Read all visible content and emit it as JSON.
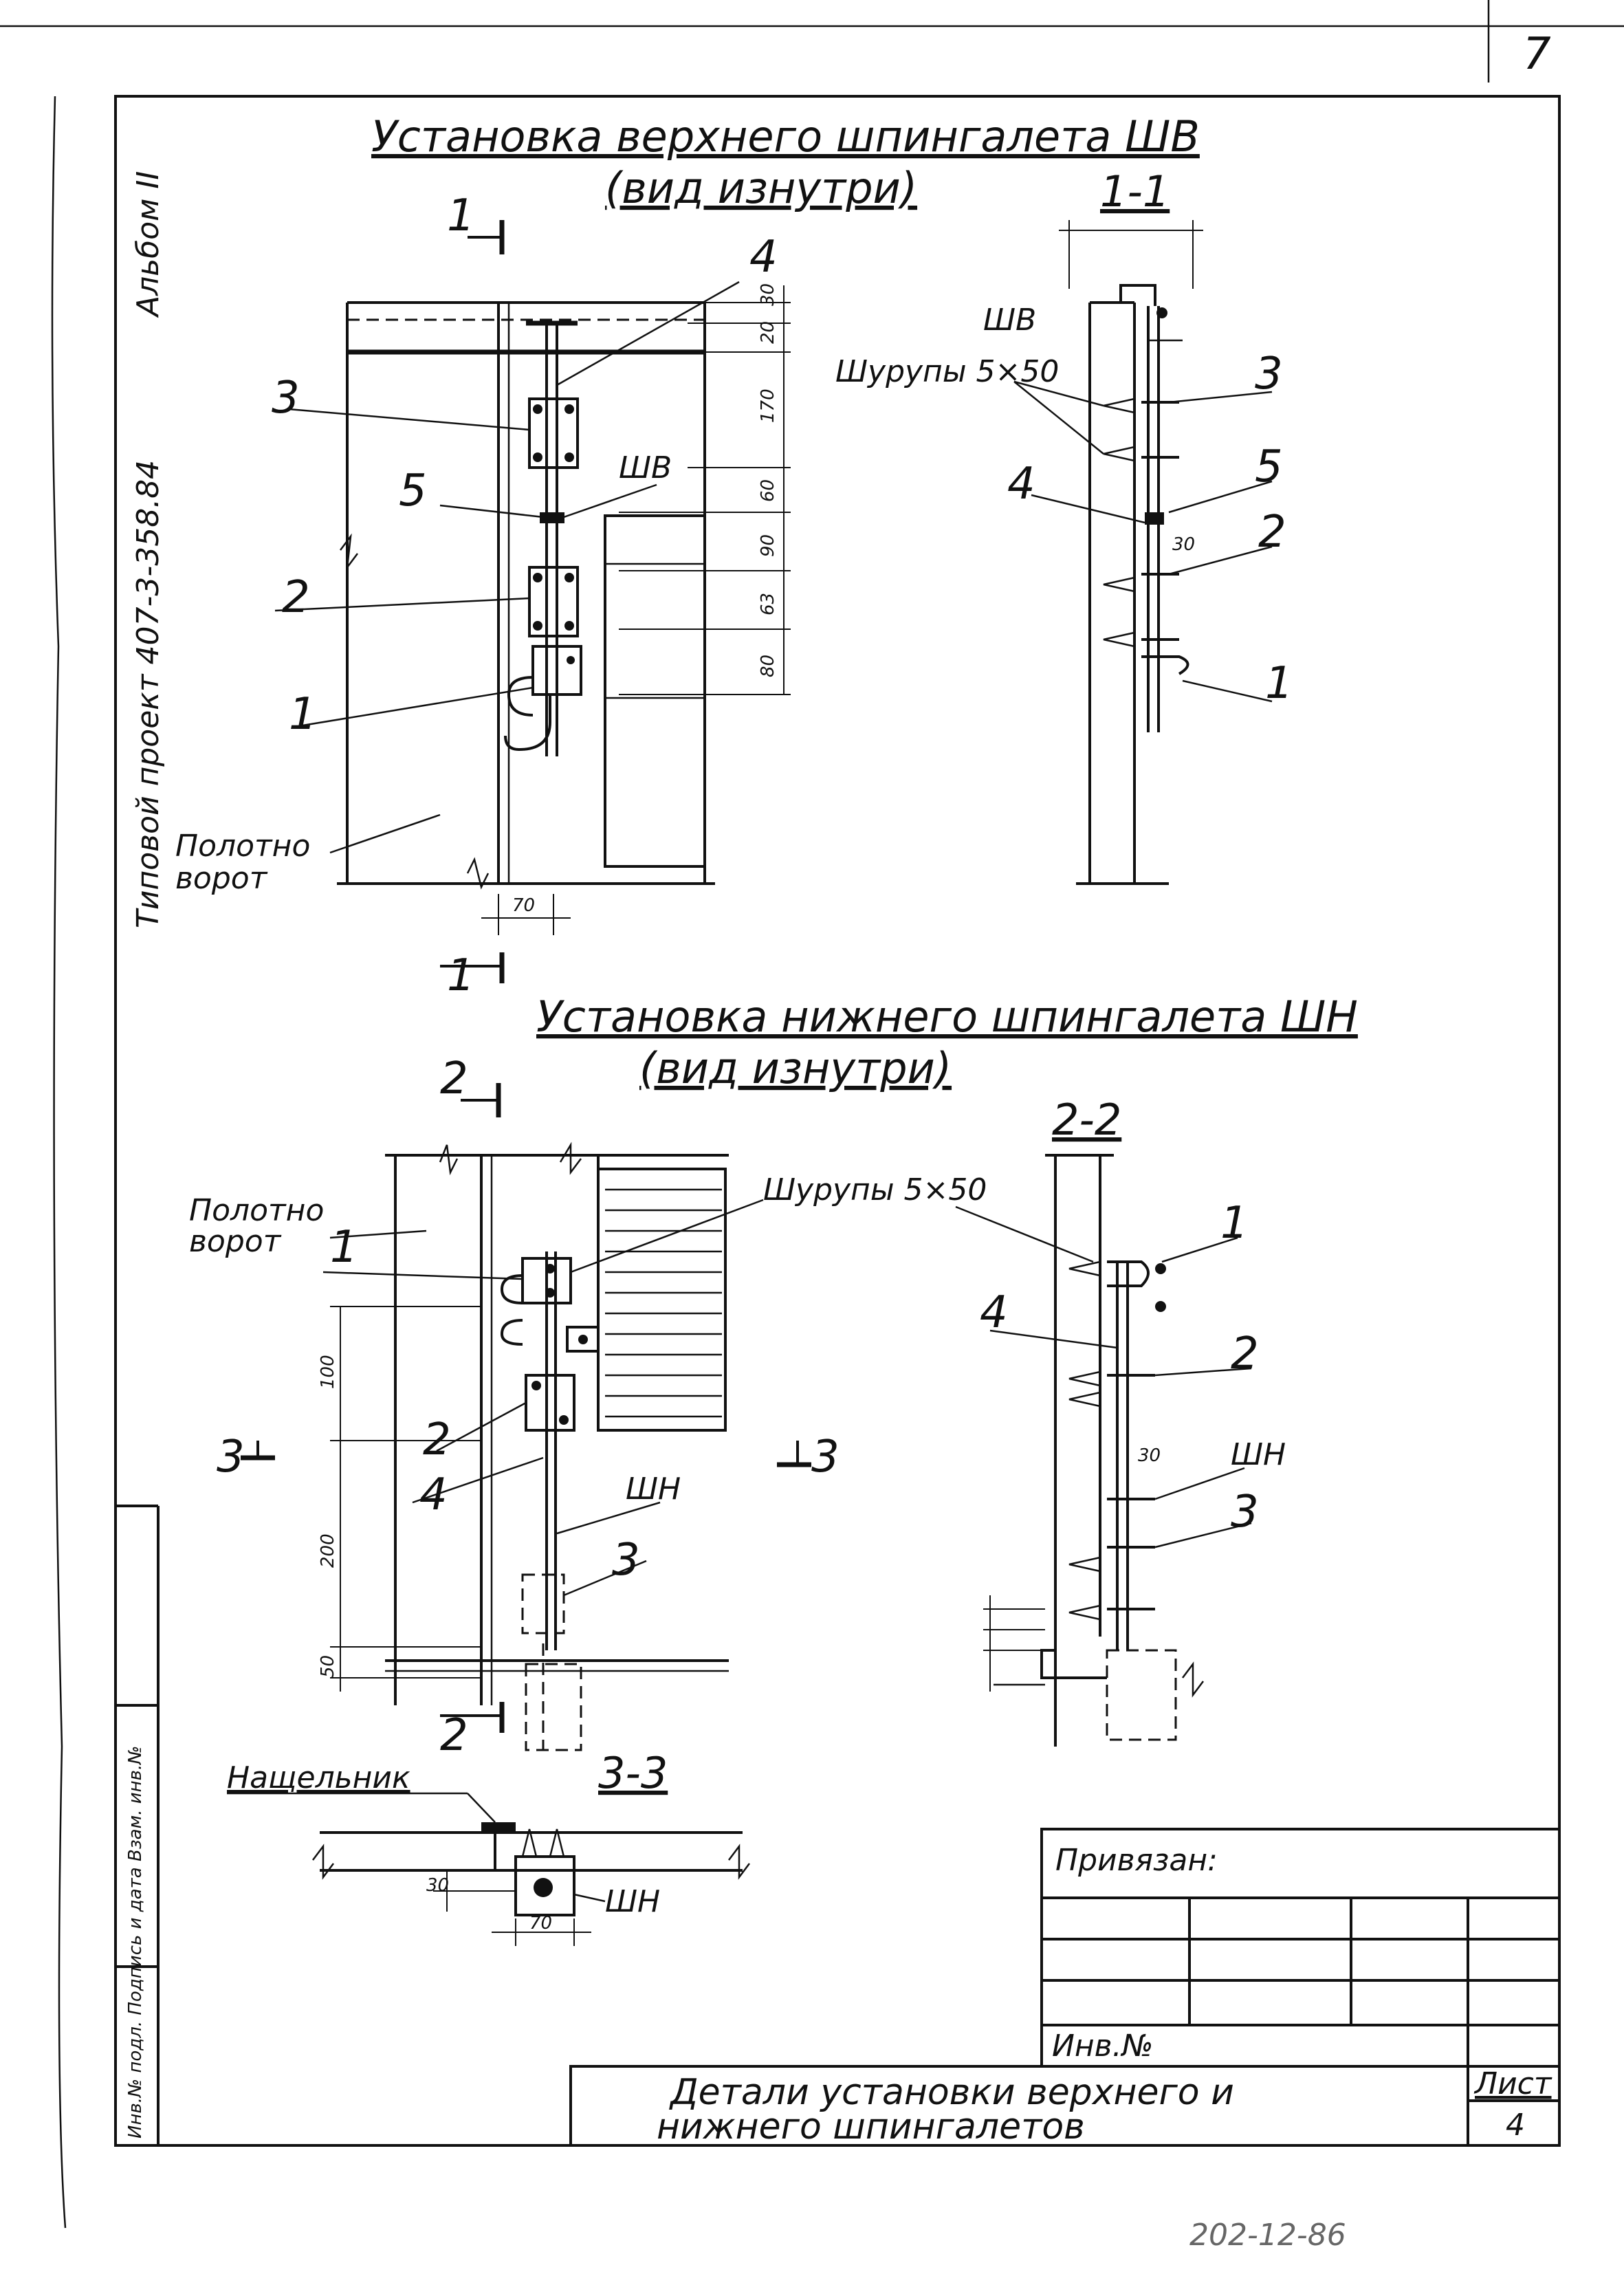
{
  "sheet": {
    "corner_number": "7",
    "side_album": "Альбом II",
    "side_project": "Типовой проект 407-3-358.84",
    "side_stamp_text": "Инв.№ подл.   Подпись и дата   Взам. инв.№"
  },
  "top_view": {
    "title_line1": "Установка верхнего шпингалета ШВ",
    "title_line2": "(вид изнутри)",
    "section_mark_top": "1",
    "section_mark_bottom": "1",
    "callout_1": "1",
    "callout_2": "2",
    "callout_3": "3",
    "callout_4": "4",
    "callout_5": "5",
    "label_shv": "ШВ",
    "label_gate": "Полотно\nворот",
    "dims": [
      "30",
      "20",
      "170",
      "60",
      "90",
      "63",
      "80"
    ],
    "dim_bottom": "70"
  },
  "section_1_1": {
    "title": "1-1",
    "label_shv": "ШВ",
    "label_screws": "Шурупы 5×50",
    "callouts": [
      "3",
      "5",
      "2",
      "1",
      "4"
    ],
    "dim_30": "30"
  },
  "bottom_view": {
    "title_line1": "Установка нижнего шпингалета ШН",
    "title_line2": "(вид изнутри)",
    "section_mark_top": "2",
    "section_mark_bottom": "2",
    "label_gate": "Полотно\nворот",
    "label_screws": "Шурупы 5×50",
    "label_shn": "ШН",
    "callout_1": "1",
    "callout_2": "2",
    "callout_3": "3",
    "callout_4": "4",
    "section_mark_3_left": "3",
    "section_mark_3_right": "3",
    "dims": [
      "100",
      "200",
      "50"
    ]
  },
  "section_2_2": {
    "title": "2-2",
    "callouts": [
      "1",
      "4",
      "2",
      "ШН",
      "3"
    ],
    "dim_30": "30"
  },
  "section_3_3": {
    "title": "3-3",
    "label_nasch": "Нащельник",
    "label_shn": "ШН",
    "dim_30": "30",
    "dim_70": "70"
  },
  "title_block": {
    "privyazan": "Привязан:",
    "inv_no": "Инв.№",
    "title_line1": "Детали установки верхнего и",
    "title_line2": "нижнего шпингалетов",
    "list_label": "Лист",
    "list_value": "4"
  },
  "footer_code": "202-12-86"
}
